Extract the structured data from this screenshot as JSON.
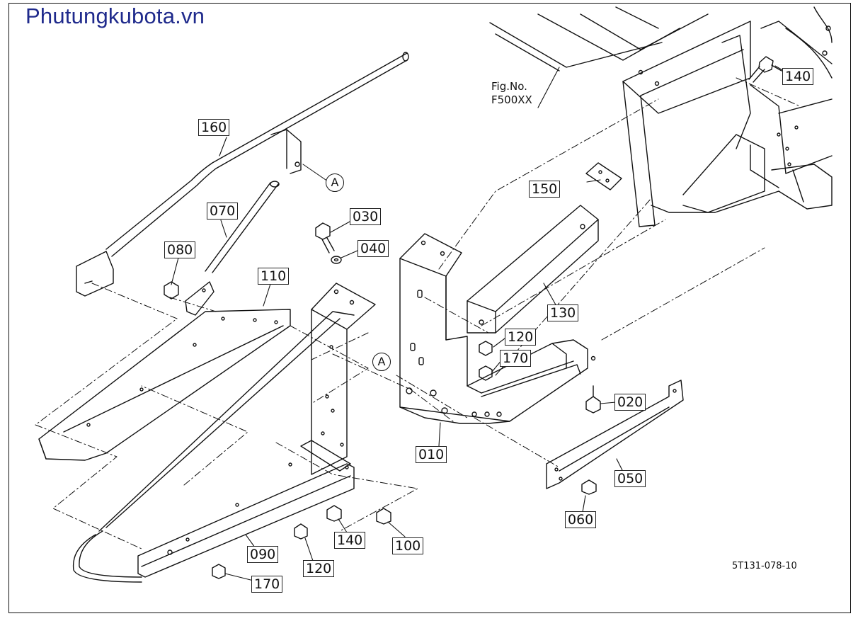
{
  "watermark": "Phutungkubota.vn",
  "figure_reference": {
    "line1": "Fig.No.",
    "line2": "F500XX"
  },
  "drawing_number": "5T131-078-10",
  "reference_mark": "A",
  "callouts": {
    "p010": "010",
    "p020": "020",
    "p030": "030",
    "p040": "040",
    "p050": "050",
    "p060": "060",
    "p070": "070",
    "p080": "080",
    "p090": "090",
    "p100": "100",
    "p110": "110",
    "p120a": "120",
    "p120b": "120",
    "p130": "130",
    "p140a": "140",
    "p140b": "140",
    "p150": "150",
    "p160": "160",
    "p170a": "170",
    "p170b": "170"
  },
  "colors": {
    "line": "#111111",
    "watermark": "#1f2a8c",
    "callout_border": "#222222"
  }
}
